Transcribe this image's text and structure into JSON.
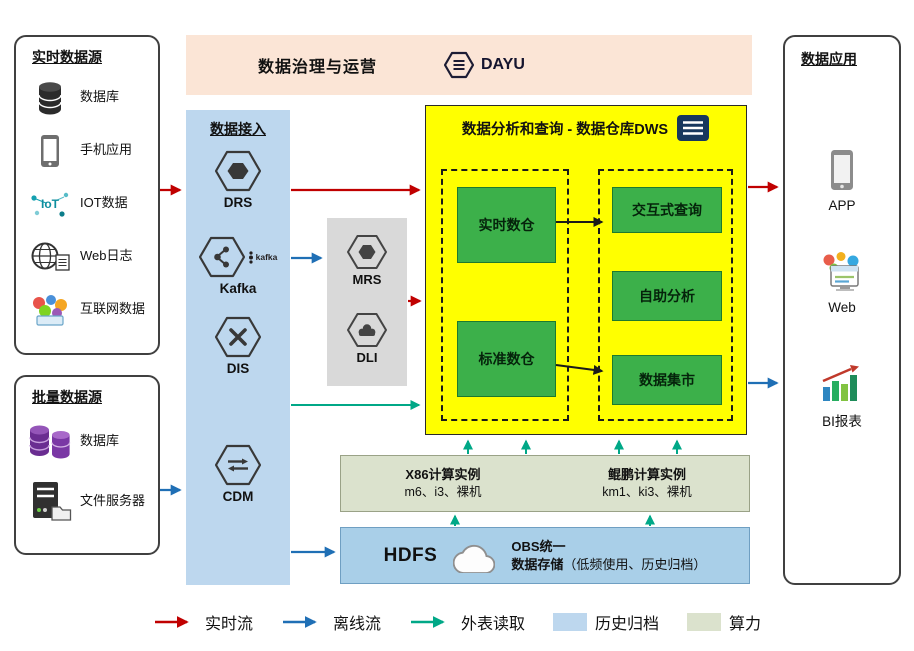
{
  "banner": {
    "title": "数据治理与运营",
    "product": "DAYU"
  },
  "realtime_sources": {
    "title": "实时数据源",
    "items": [
      {
        "icon": "database-icon",
        "label": "数据库"
      },
      {
        "icon": "mobile-icon",
        "label": "手机应用"
      },
      {
        "icon": "iot-icon",
        "label": "IOT数据"
      },
      {
        "icon": "weblog-icon",
        "label": "Web日志"
      },
      {
        "icon": "internet-icon",
        "label": "互联网数据"
      }
    ]
  },
  "batch_sources": {
    "title": "批量数据源",
    "items": [
      {
        "icon": "database-purple-icon",
        "label": "数据库"
      },
      {
        "icon": "file-server-icon",
        "label": "文件服务器"
      }
    ]
  },
  "ingestion": {
    "title": "数据接入",
    "services": [
      {
        "label": "DRS"
      },
      {
        "label": "Kafka",
        "sub": "kafka"
      },
      {
        "label": "DIS"
      },
      {
        "label": "CDM"
      }
    ]
  },
  "processing": {
    "services": [
      {
        "label": "MRS"
      },
      {
        "label": "DLI"
      }
    ]
  },
  "dws": {
    "title": "数据分析和查询 - 数据仓库DWS",
    "warehouses": [
      "实时数仓",
      "标准数仓"
    ],
    "services": [
      "交互式查询",
      "自助分析",
      "数据集市"
    ]
  },
  "compute": {
    "x86": {
      "title": "X86计算实例",
      "spec": "m6、i3、裸机"
    },
    "kunpeng": {
      "title": "鲲鹏计算实例",
      "spec": "km1、ki3、裸机"
    }
  },
  "storage": {
    "hdfs": "HDFS",
    "obs_line1": "OBS统一",
    "obs_line2": "数据存储",
    "obs_note": "（低频使用、历史归档）"
  },
  "applications": {
    "title": "数据应用",
    "items": [
      {
        "icon": "app-icon",
        "label": "APP"
      },
      {
        "icon": "web-icon",
        "label": "Web"
      },
      {
        "icon": "bi-icon",
        "label": "BI报表"
      }
    ]
  },
  "legend": {
    "realtime": {
      "label": "实时流",
      "color": "#c00000"
    },
    "offline": {
      "label": "离线流",
      "color": "#1f6fb5"
    },
    "external": {
      "label": "外表读取",
      "color": "#00a887"
    },
    "archive": {
      "label": "历史归档",
      "color": "#bdd7ee"
    },
    "compute": {
      "label": "算力",
      "color": "#dbe2cd"
    }
  },
  "colors": {
    "banner_bg": "#fbe5d6",
    "ingestion_bg": "#bdd7ee",
    "processing_bg": "#d9d9d9",
    "dws_bg": "#ffff00",
    "warehouse_green": "#3cb04a",
    "compute_bg": "#dbe2cd",
    "storage_bg": "#a9cfe8",
    "internal_arrow": "#1a1a1a"
  }
}
